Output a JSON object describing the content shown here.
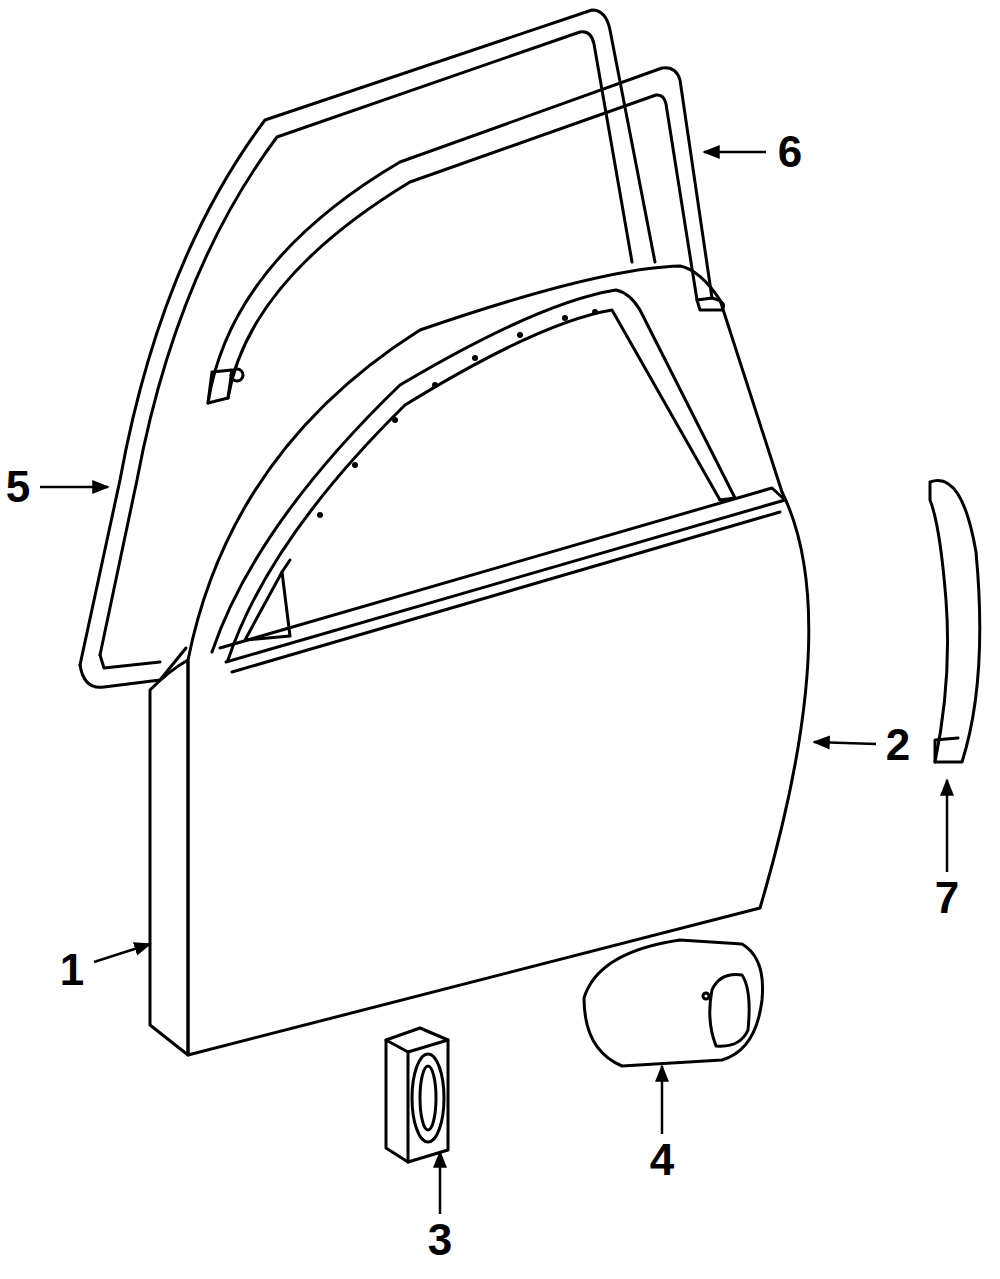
{
  "diagram": {
    "labels": [
      "6",
      "5",
      "2",
      "7",
      "1",
      "3",
      "4"
    ]
  }
}
